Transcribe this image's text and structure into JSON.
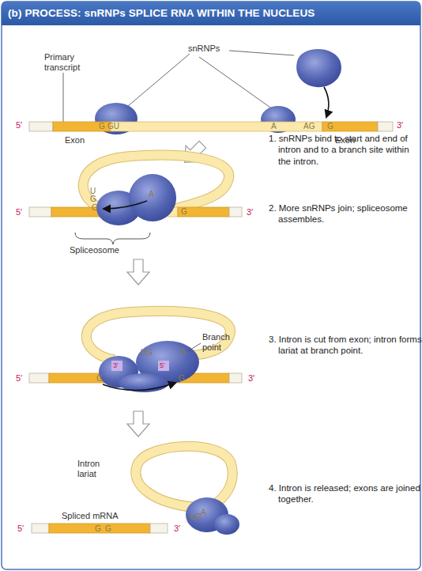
{
  "diagram": {
    "title": "(b) PROCESS: snRNPs SPLICE RNA WITHIN THE NUCLEUS",
    "labels": [
      "Primary transcript",
      "snRNPs",
      "5′",
      "G",
      "GU",
      "A",
      "AG",
      "G",
      "3′",
      "Exon",
      "Exon",
      "1. snRNPs bind to start and end of intron and to a branch site within the intron.",
      "U",
      "G",
      "G",
      "A",
      "G",
      "5′",
      "3′",
      "Spliceosome",
      "2. More snRNPs join; spliceosome assembles.",
      "UG",
      "A",
      "Branch point",
      "3′",
      "5′",
      "G",
      "G",
      "5′",
      "3′",
      "3. Intron is cut from exon; intron forms lariat at branch point.",
      "Intron lariat",
      "UG",
      "A",
      "4. Intron is released; exons are joined together.",
      "Spliced mRNA",
      "5′",
      "G",
      "G",
      "3′"
    ]
  }
}
